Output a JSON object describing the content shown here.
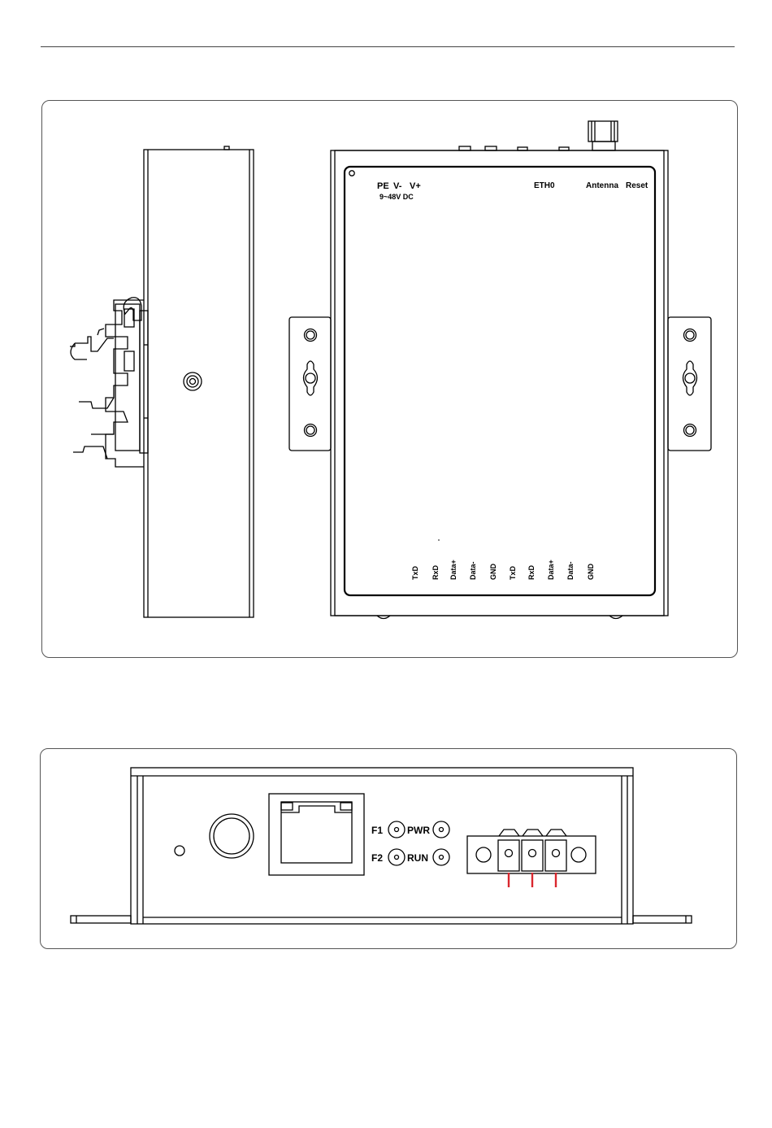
{
  "top_view": {
    "power": {
      "pe": "PE",
      "vminus": "V-",
      "vplus": "V+",
      "range": "9~48V DC"
    },
    "eth": "ETH0",
    "antenna": "Antenna",
    "reset": "Reset",
    "serial_pins": [
      "TxD",
      "RxD",
      "Data+",
      "Data-",
      "GND",
      "TxD",
      "RxD",
      "Data+",
      "Data-",
      "GND"
    ]
  },
  "front_view": {
    "f1": "F1",
    "f2": "F2",
    "pwr": "PWR",
    "run": "RUN",
    "accent_color": "#d9272e"
  }
}
